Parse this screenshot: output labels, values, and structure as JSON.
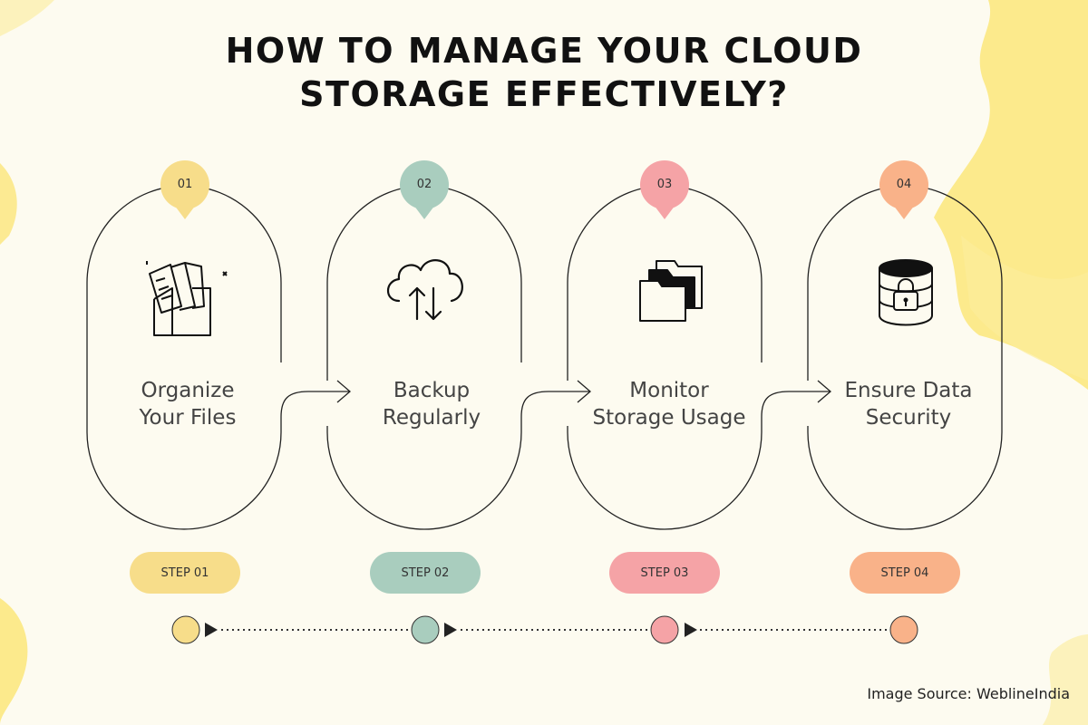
{
  "title": {
    "line1": "HOW TO MANAGE YOUR CLOUD",
    "line2": "STORAGE EFFECTIVELY?"
  },
  "steps": [
    {
      "number": "01",
      "label_line1": "Organize",
      "label_line2": "Your Files",
      "badge": "STEP 01",
      "color": "#f7dd8a",
      "icon": "file-folder-icon"
    },
    {
      "number": "02",
      "label_line1": "Backup",
      "label_line2": "Regularly",
      "badge": "STEP 02",
      "color": "#a9cdbe",
      "icon": "cloud-sync-icon"
    },
    {
      "number": "03",
      "label_line1": "Monitor",
      "label_line2": "Storage Usage",
      "badge": "STEP 03",
      "color": "#f5a3a6",
      "icon": "folders-icon"
    },
    {
      "number": "04",
      "label_line1": "Ensure Data",
      "label_line2": "Security",
      "badge": "STEP 04",
      "color": "#f9b289",
      "icon": "secure-database-icon"
    }
  ],
  "source": "Image Source: WeblineIndia",
  "colors": {
    "background": "#fdfbf0",
    "wash": "#fbe67a",
    "ink": "#111111"
  }
}
